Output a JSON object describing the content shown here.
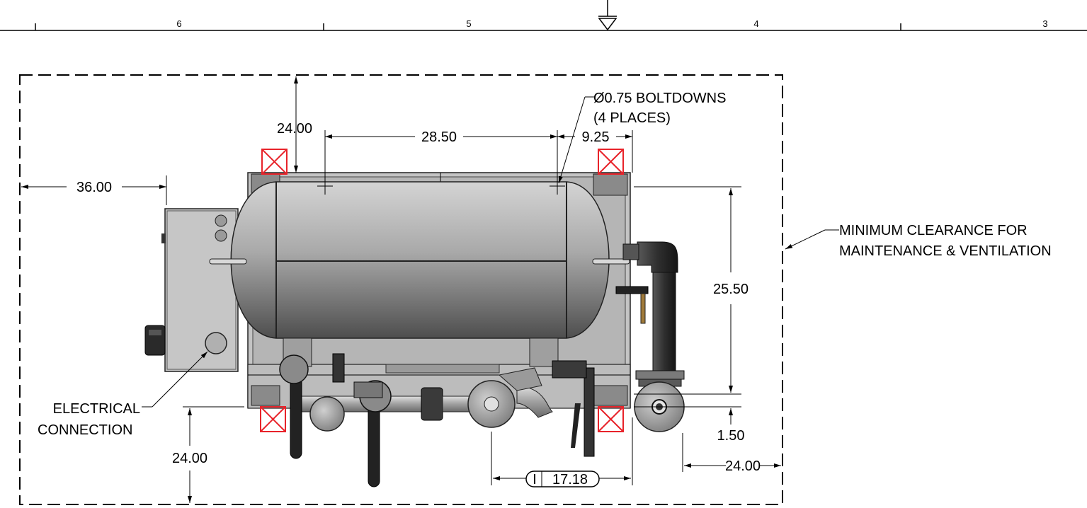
{
  "border": {
    "zones": [
      "6",
      "5",
      "4",
      "3"
    ]
  },
  "dimensions": {
    "top_clearance": "24.00",
    "bolt_span": "28.50",
    "bolt_offset": "9.25",
    "left_clearance": "36.00",
    "height": "25.50",
    "base_offset": "1.50",
    "bottom_clearance": "24.00",
    "right_clearance": "24.00",
    "inlet_flag": "I",
    "inlet_offset": "17.18"
  },
  "callouts": {
    "boltdowns": "Ø0.75 BOLTDOWNS",
    "boltdowns_qty": "(4 PLACES)",
    "clearance_line1": "MINIMUM CLEARANCE FOR",
    "clearance_line2": "MAINTENANCE & VENTILATION",
    "electrical_line1": "ELECTRICAL",
    "electrical_line2": "CONNECTION"
  },
  "colors": {
    "boltdown_marker": "#e8232a",
    "tank_light": "#c9c9c9",
    "tank_dark": "#5a5a5a",
    "frame": "#b8b8b8",
    "pipe": "#3a3a3a"
  }
}
